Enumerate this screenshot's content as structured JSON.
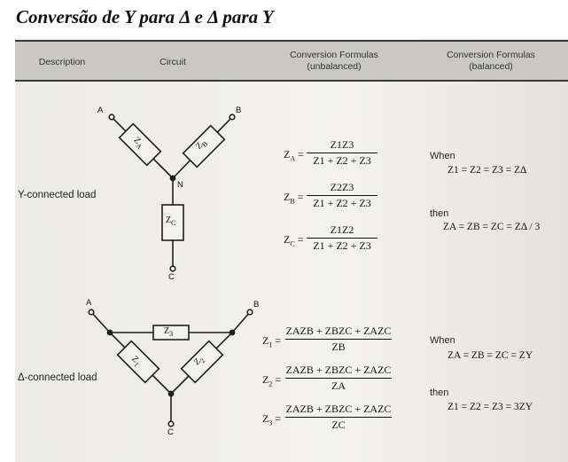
{
  "title": "Conversão de Y para Δ e Δ para Y",
  "table_header": {
    "description": "Description",
    "circuit": "Circuit",
    "formulas_unbalanced_line1": "Conversion Formulas",
    "formulas_unbalanced_line2": "(unbalanced)",
    "formulas_balanced_line1": "Conversion Formulas",
    "formulas_balanced_line2": "(balanced)"
  },
  "y_row": {
    "description": "Y-connected load",
    "pins": {
      "a": "A",
      "b": "B",
      "c": "C",
      "n": "N"
    },
    "impedances": {
      "za": "Z",
      "za_sub": "A",
      "zb": "Z",
      "zb_sub": "B",
      "zc": "Z",
      "zc_sub": "C"
    },
    "formulas": [
      {
        "lhs": "Z",
        "lhs_sub": "A",
        "num": "Z1Z3",
        "den": "Z1 + Z2 + Z3"
      },
      {
        "lhs": "Z",
        "lhs_sub": "B",
        "num": "Z2Z3",
        "den": "Z1 + Z2 + Z3"
      },
      {
        "lhs": "Z",
        "lhs_sub": "C",
        "num": "Z1Z2",
        "den": "Z1 + Z2 + Z3"
      }
    ],
    "balanced": {
      "when": "When",
      "condition": "Z1 = Z2 = Z3 = ZΔ",
      "then": "then",
      "result": "ZA = ZB = ZC = ZΔ / 3"
    }
  },
  "delta_row": {
    "description": "Δ-connected load",
    "pins": {
      "a": "A",
      "b": "B",
      "c": "C"
    },
    "impedances": {
      "z1": "Z",
      "z1_sub": "1",
      "z2": "Z",
      "z2_sub": "2",
      "z3": "Z",
      "z3_sub": "3"
    },
    "formulas": [
      {
        "lhs": "Z",
        "lhs_sub": "1",
        "num": "ZAZB + ZBZC + ZAZC",
        "den": "ZB"
      },
      {
        "lhs": "Z",
        "lhs_sub": "2",
        "num": "ZAZB + ZBZC + ZAZC",
        "den": "ZA"
      },
      {
        "lhs": "Z",
        "lhs_sub": "3",
        "num": "ZAZB + ZBZC + ZAZC",
        "den": "ZC"
      }
    ],
    "balanced": {
      "when": "When",
      "condition": "ZA = ZB = ZC = ZY",
      "then": "then",
      "result": "Z1 = Z2 = Z3 = 3ZY"
    }
  }
}
